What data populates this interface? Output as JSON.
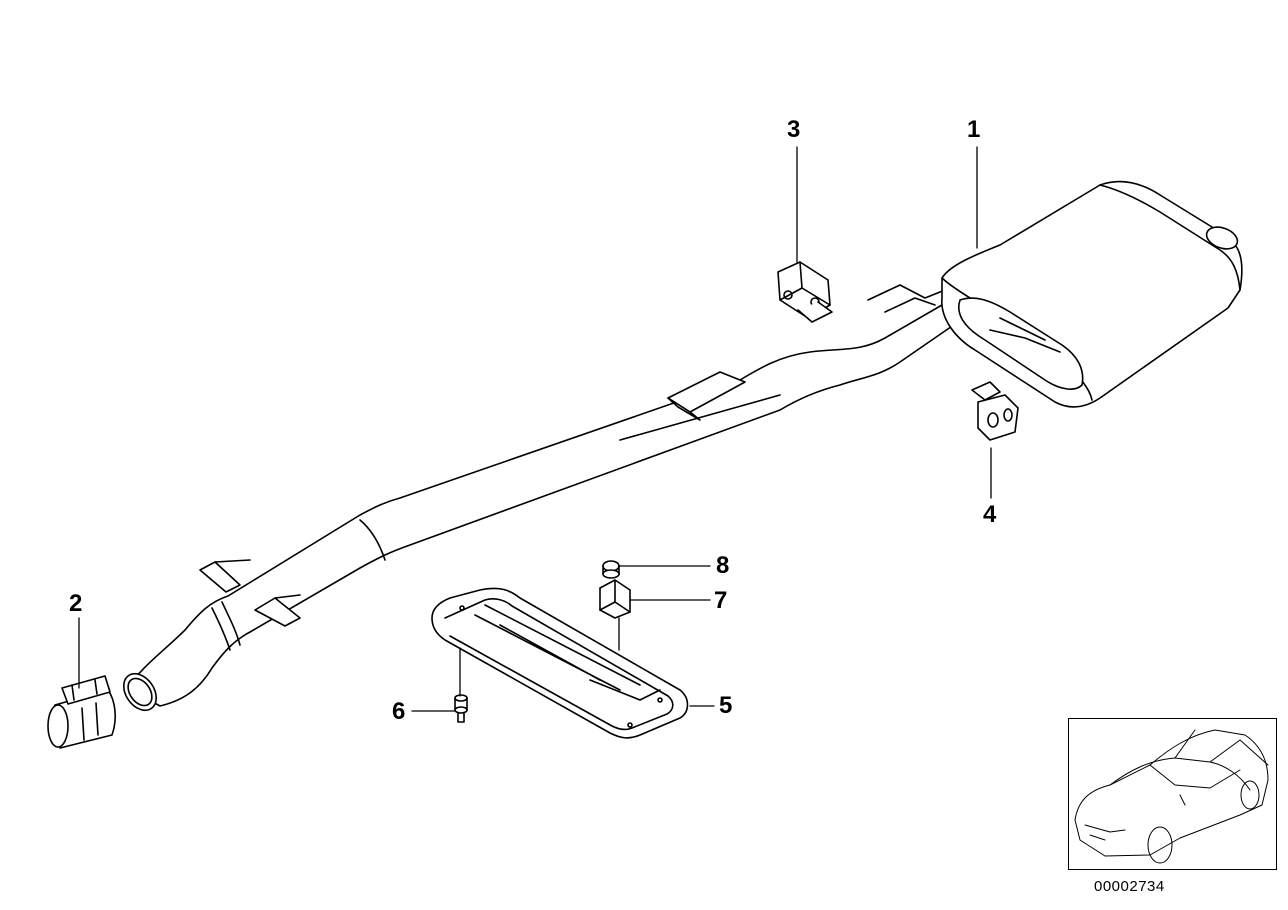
{
  "labels": {
    "l1": "1",
    "l2": "2",
    "l3": "3",
    "l4": "4",
    "l5": "5",
    "l6": "6",
    "l7": "7",
    "l8": "8"
  },
  "reference_number": "00002734",
  "colors": {
    "line": "#000000",
    "fill": "#ffffff",
    "shade": "#d9d9d9"
  }
}
